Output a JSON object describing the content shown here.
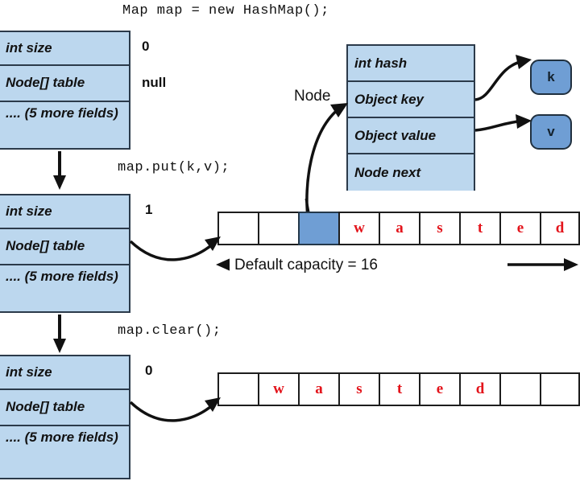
{
  "title": "Map map = new HashMap();",
  "colors": {
    "struct_fill": "#bcd7ee",
    "struct_border": "#2b3a4a",
    "bucket_filled": "#6f9ed4",
    "wasted_text": "#e3141b",
    "arrow": "#111111"
  },
  "steps": [
    {
      "caption": "Map map = new HashMap();",
      "fields": [
        {
          "name": "int size",
          "value": "0"
        },
        {
          "name": "Node[] table",
          "value": "null"
        },
        {
          "name": ".... (5 more fields)",
          "value": ""
        }
      ]
    },
    {
      "caption": "map.put(k,v);",
      "fields": [
        {
          "name": "int size",
          "value": "1"
        },
        {
          "name": "Node[] table",
          "value": ""
        },
        {
          "name": ".... (5 more fields)",
          "value": ""
        }
      ]
    },
    {
      "caption": "map.clear();",
      "fields": [
        {
          "name": "int size",
          "value": "0"
        },
        {
          "name": "Node[] table",
          "value": ""
        },
        {
          "name": ".... (5 more fields)",
          "value": ""
        }
      ]
    }
  ],
  "node": {
    "label": "Node",
    "fields": [
      "int hash",
      "Object key",
      "Object value",
      "Node next"
    ],
    "key_bubble": "k",
    "value_bubble": "v"
  },
  "arrays": {
    "after_put": {
      "capacity_label": "Default capacity = 16",
      "cells": [
        {
          "text": "",
          "state": "empty"
        },
        {
          "text": "",
          "state": "empty"
        },
        {
          "text": "",
          "state": "filled"
        },
        {
          "text": "w",
          "state": "wasted"
        },
        {
          "text": "a",
          "state": "wasted"
        },
        {
          "text": "s",
          "state": "wasted"
        },
        {
          "text": "t",
          "state": "wasted"
        },
        {
          "text": "e",
          "state": "wasted"
        },
        {
          "text": "d",
          "state": "wasted"
        }
      ]
    },
    "after_clear": {
      "cells": [
        {
          "text": "",
          "state": "empty"
        },
        {
          "text": "w",
          "state": "wasted"
        },
        {
          "text": "a",
          "state": "wasted"
        },
        {
          "text": "s",
          "state": "wasted"
        },
        {
          "text": "t",
          "state": "wasted"
        },
        {
          "text": "e",
          "state": "wasted"
        },
        {
          "text": "d",
          "state": "wasted"
        },
        {
          "text": "",
          "state": "empty"
        },
        {
          "text": "",
          "state": "empty"
        }
      ]
    }
  }
}
